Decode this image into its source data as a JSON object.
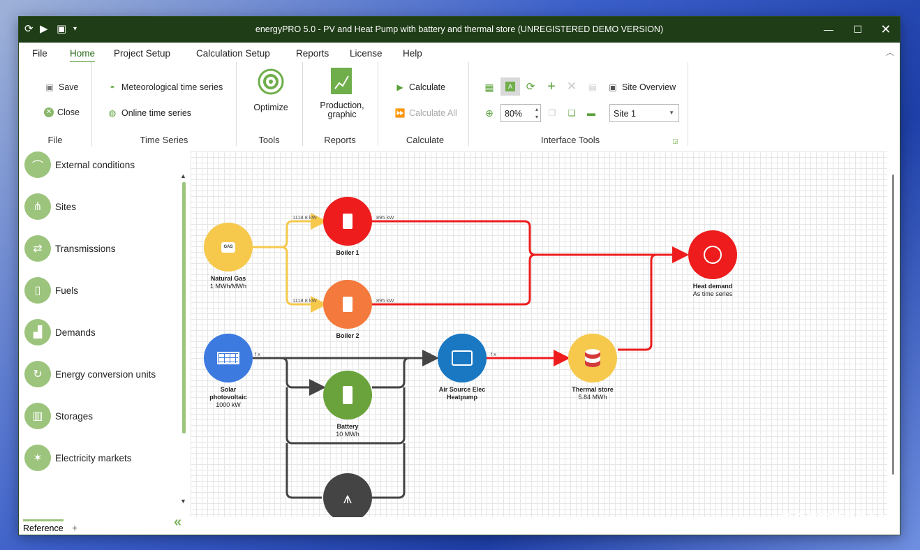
{
  "window": {
    "title": "energyPRO 5.0  -  PV and Heat Pump with battery and thermal store  (UNREGISTERED DEMO VERSION)"
  },
  "menu": {
    "items": [
      "File",
      "Home",
      "Project Setup",
      "Calculation Setup",
      "Reports",
      "License",
      "Help"
    ],
    "active": "Home"
  },
  "ribbon": {
    "file": {
      "save": "Save",
      "close": "Close",
      "label": "File"
    },
    "time_series": {
      "meteorological": "Meteorological time series",
      "online": "Online time series",
      "label": "Time Series"
    },
    "tools": {
      "optimize": "Optimize",
      "label": "Tools"
    },
    "reports": {
      "production_line1": "Production,",
      "production_line2": "graphic",
      "label": "Reports"
    },
    "calculate": {
      "calculate": "Calculate",
      "calculate_all": "Calculate All",
      "label": "Calculate"
    },
    "interface": {
      "site_overview": "Site Overview",
      "zoom": "80%",
      "site": "Site 1",
      "label": "Interface Tools"
    }
  },
  "sidebar": {
    "items": [
      "External conditions",
      "Sites",
      "Transmissions",
      "Fuels",
      "Demands",
      "Energy conversion units",
      "Storages",
      "Electricity markets"
    ],
    "tab": "Reference"
  },
  "diagram": {
    "nodes": {
      "natural_gas": {
        "name": "Natural Gas",
        "sub": "1 MWh/MWh",
        "badge": "GAS"
      },
      "boiler1": {
        "name": "Boiler 1"
      },
      "boiler2": {
        "name": "Boiler 2"
      },
      "solar": {
        "name1": "Solar",
        "name2": "photovoltaic",
        "sub": "1000 kW"
      },
      "battery": {
        "name": "Battery",
        "sub": "10 MWh"
      },
      "heatpump": {
        "name1": "Air Source Elec",
        "name2": "Heatpump"
      },
      "thermal_store": {
        "name": "Thermal store",
        "sub": "5.84 MWh"
      },
      "heat_demand": {
        "name": "Heat demand",
        "sub": "As time series"
      }
    },
    "flow_labels": {
      "gas_to_boiler1": "1118.8 kW",
      "gas_to_boiler2": "1118.8 kW",
      "boiler1_out": "895 kW",
      "boiler2_out": "895 kW",
      "fx1": "f x",
      "fx2": "f x",
      "fx3": "f x"
    }
  },
  "colors": {
    "titlebar": "#1f3d17",
    "accent": "#5aa13a",
    "gas": "#f6c94d",
    "boiler1": "#ee1c1c",
    "boiler2": "#f37a3c",
    "solar": "#3d7ae0",
    "battery": "#6aa33b",
    "heatpump": "#1a78c2",
    "thermal": "#f6c94d",
    "demand": "#ee1c1c",
    "grid": "#444444"
  },
  "watermark": "SOFTPEDIA"
}
